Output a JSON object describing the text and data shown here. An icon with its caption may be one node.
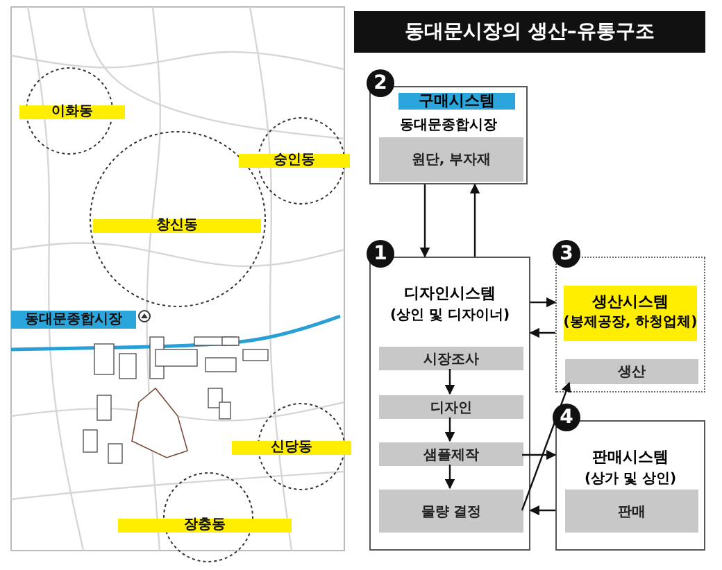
{
  "diagram": {
    "title": "동대문시장의 생산–유통구조",
    "nodes": [
      {
        "text": [
          "구매시스템",
          "동대문종합시장"
        ],
        "beside": [
          "2"
        ]
      },
      {
        "text": [
          "원단, 부자재"
        ],
        "in": 0
      },
      {
        "text": [
          "디자인시스템",
          "(상인 및 디자이너)"
        ],
        "beside": [
          "1"
        ]
      },
      {
        "text": [
          "시장조사"
        ],
        "in": 2
      },
      {
        "text": [
          "디자인"
        ],
        "in": 2
      },
      {
        "text": [
          "샘플제작"
        ],
        "in": 2
      },
      {
        "text": [
          "물량 결정"
        ],
        "in": 2
      },
      {
        "text": [
          "생산시스템",
          "(봉제공장, 하청업체)"
        ],
        "beside": [
          "3"
        ]
      },
      {
        "text": [
          "생산"
        ],
        "in": 7
      },
      {
        "text": [
          "판매시스템",
          "(상가 및 상인)"
        ],
        "beside": [
          "4"
        ]
      },
      {
        "text": [
          "판매"
        ],
        "in": 9
      }
    ],
    "edges": [
      {
        "from": 0,
        "to": 2,
        "arrow": "to"
      },
      {
        "from": 2,
        "to": 0,
        "arrow": "to"
      },
      {
        "from": 3,
        "to": 4,
        "arrow": "to"
      },
      {
        "from": 4,
        "to": 5,
        "arrow": "to"
      },
      {
        "from": 5,
        "to": 6,
        "arrow": "to"
      },
      {
        "from": 2,
        "to": 7,
        "arrow": "to"
      },
      {
        "from": 7,
        "to": 2,
        "arrow": "to"
      },
      {
        "from": 5,
        "to": 9,
        "arrow": "to"
      },
      {
        "from": 9,
        "to": 2,
        "arrow": "to"
      },
      {
        "from": 6,
        "to": 8,
        "arrow": "to"
      }
    ],
    "labels": [
      "이화동",
      "숭인동",
      "창신동",
      "동대문종합시장",
      "신당동",
      "장충동"
    ]
  }
}
